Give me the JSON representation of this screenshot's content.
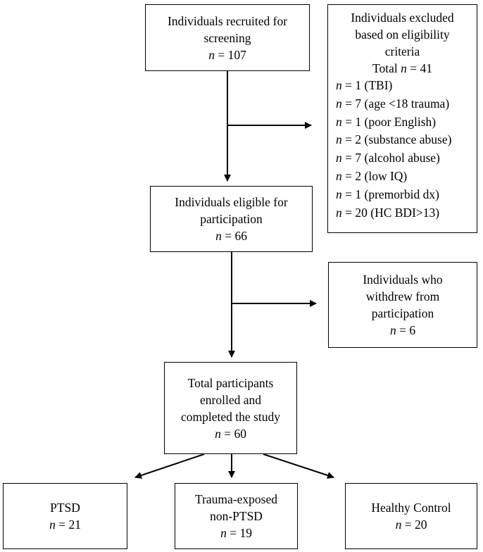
{
  "recruited": {
    "line1": "Individuals recruited for",
    "line2": "screening",
    "n": "107"
  },
  "excluded": {
    "line1": "Individuals excluded",
    "line2": "based on eligibility",
    "line3": "criteria",
    "total_label": "Total",
    "total_n": "41",
    "items": [
      {
        "n": "1",
        "reason": "(TBI)"
      },
      {
        "n": "7",
        "reason": "(age <18 trauma)"
      },
      {
        "n": "1",
        "reason": "(poor English)"
      },
      {
        "n": "2",
        "reason": "(substance abuse)"
      },
      {
        "n": "7",
        "reason": "(alcohol abuse)"
      },
      {
        "n": "2",
        "reason": "(low IQ)"
      },
      {
        "n": "1",
        "reason": "(premorbid dx)"
      },
      {
        "n": "20",
        "reason": "(HC BDI>13)"
      }
    ]
  },
  "eligible": {
    "line1": "Individuals eligible for",
    "line2": "participation",
    "n": "66"
  },
  "withdrew": {
    "line1": "Individuals who",
    "line2": "withdrew from",
    "line3": "participation",
    "n": "6"
  },
  "enrolled": {
    "line1": "Total participants",
    "line2": "enrolled and",
    "line3": "completed the study",
    "n": "60"
  },
  "groups": [
    {
      "line1": "PTSD",
      "line2": "",
      "n": "21"
    },
    {
      "line1": "Trauma-exposed",
      "line2": "non-PTSD",
      "n": "19"
    },
    {
      "line1": "Healthy Control",
      "line2": "",
      "n": "20"
    }
  ],
  "n_symbol": "n",
  "equals": "="
}
